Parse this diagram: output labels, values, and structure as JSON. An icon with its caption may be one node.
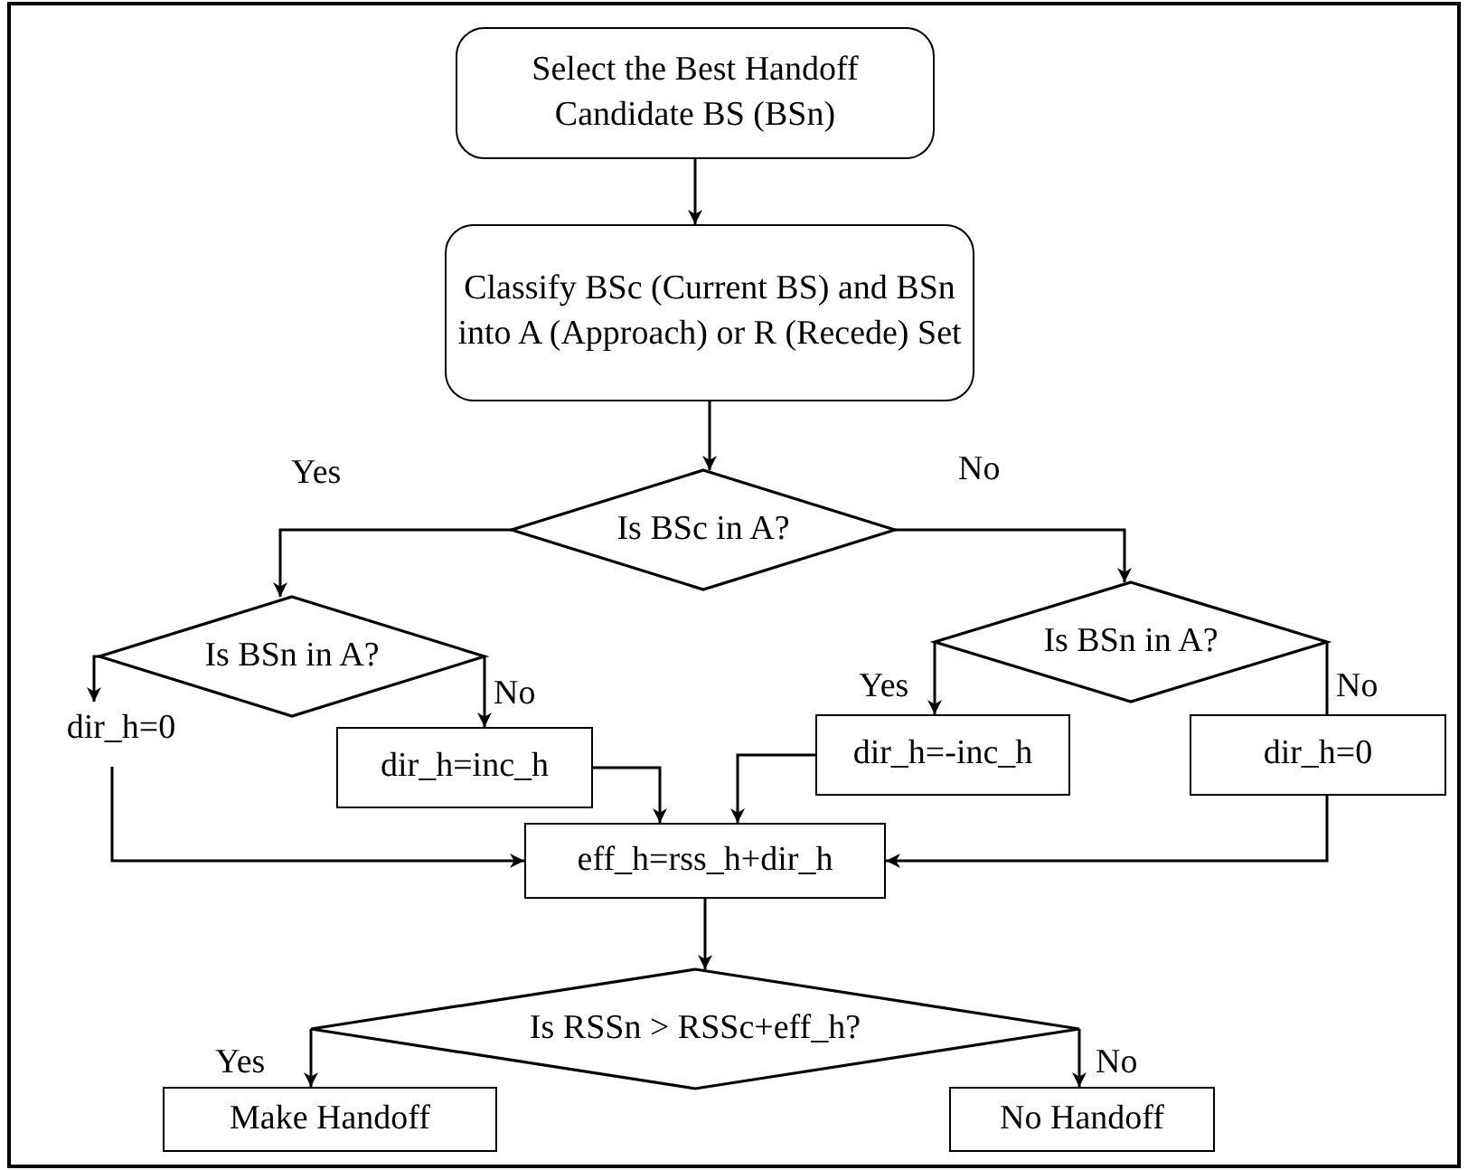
{
  "diagram": {
    "nodes": [
      {
        "text": [
          "Select the Best Handoff Candidate BS (BSn)"
        ]
      },
      {
        "text": [
          "Classify BSc (Current BS) and BSn into A (Approach) or R (Recede) Set"
        ]
      },
      {
        "text": [
          "Is BSc in A?"
        ]
      },
      {
        "text": [
          "Is BSn in A?"
        ]
      },
      {
        "text": [
          "Is BSn in A?"
        ]
      },
      {
        "text": [
          "dir_h=0"
        ]
      },
      {
        "text": [
          "dir_h=inc_h"
        ]
      },
      {
        "text": [
          "dir_h=-inc_h"
        ]
      },
      {
        "text": [
          "dir_h=0"
        ]
      },
      {
        "text": [
          "eff_h=rss_h+dir_h"
        ]
      },
      {
        "text": [
          "Is RSSn > RSSc+eff_h?"
        ]
      },
      {
        "text": [
          "Make Handoff"
        ]
      },
      {
        "text": [
          "No Handoff"
        ]
      }
    ],
    "edges": [
      {
        "from": 0,
        "to": 1,
        "arrow": "to"
      },
      {
        "from": 1,
        "to": 2,
        "arrow": "to"
      },
      {
        "from": 2,
        "to": 3,
        "arrow": "to",
        "label": "Yes"
      },
      {
        "from": 2,
        "to": 4,
        "arrow": "to",
        "label": "No"
      },
      {
        "from": 3,
        "to": 5,
        "arrow": "to"
      },
      {
        "from": 3,
        "to": 6,
        "arrow": "to",
        "label": "No"
      },
      {
        "from": 4,
        "to": 7,
        "arrow": "to",
        "label": "Yes"
      },
      {
        "from": 4,
        "to": 8,
        "arrow": "none",
        "label": "No"
      },
      {
        "from": 5,
        "to": 9,
        "arrow": "to"
      },
      {
        "from": 6,
        "to": 9,
        "arrow": "to"
      },
      {
        "from": 7,
        "to": 9,
        "arrow": "to"
      },
      {
        "from": 8,
        "to": 9,
        "arrow": "to"
      },
      {
        "from": 9,
        "to": 10,
        "arrow": "to"
      },
      {
        "from": 10,
        "to": 11,
        "arrow": "to",
        "label": "Yes"
      },
      {
        "from": 10,
        "to": 12,
        "arrow": "to",
        "label": "No"
      }
    ]
  }
}
